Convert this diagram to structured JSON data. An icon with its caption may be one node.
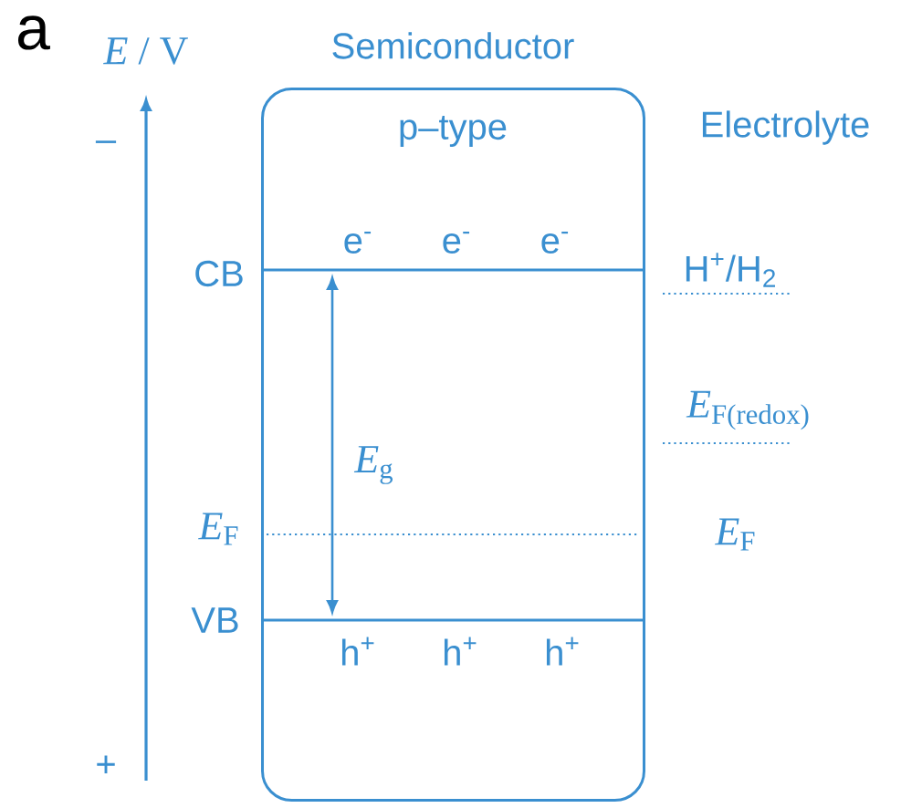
{
  "diagram": {
    "nodes": [
      {
        "text": [
          "Semiconductor",
          "p–type"
        ]
      }
    ],
    "labels": [
      "a",
      "*E* / V",
      "–",
      "+",
      "CB",
      "e$^{-}$",
      "e$^{-}$",
      "e$^{-}$",
      "Electrolyte",
      "H$^{+}$/H$_{2}$",
      "*E*$_{g}$",
      "*E*$_{F(redox)}$",
      "*E*$_{F}$",
      "*E*$_{F}$",
      "VB",
      "h$^{+}$",
      "h$^{+}$",
      "h$^{+}$"
    ]
  }
}
